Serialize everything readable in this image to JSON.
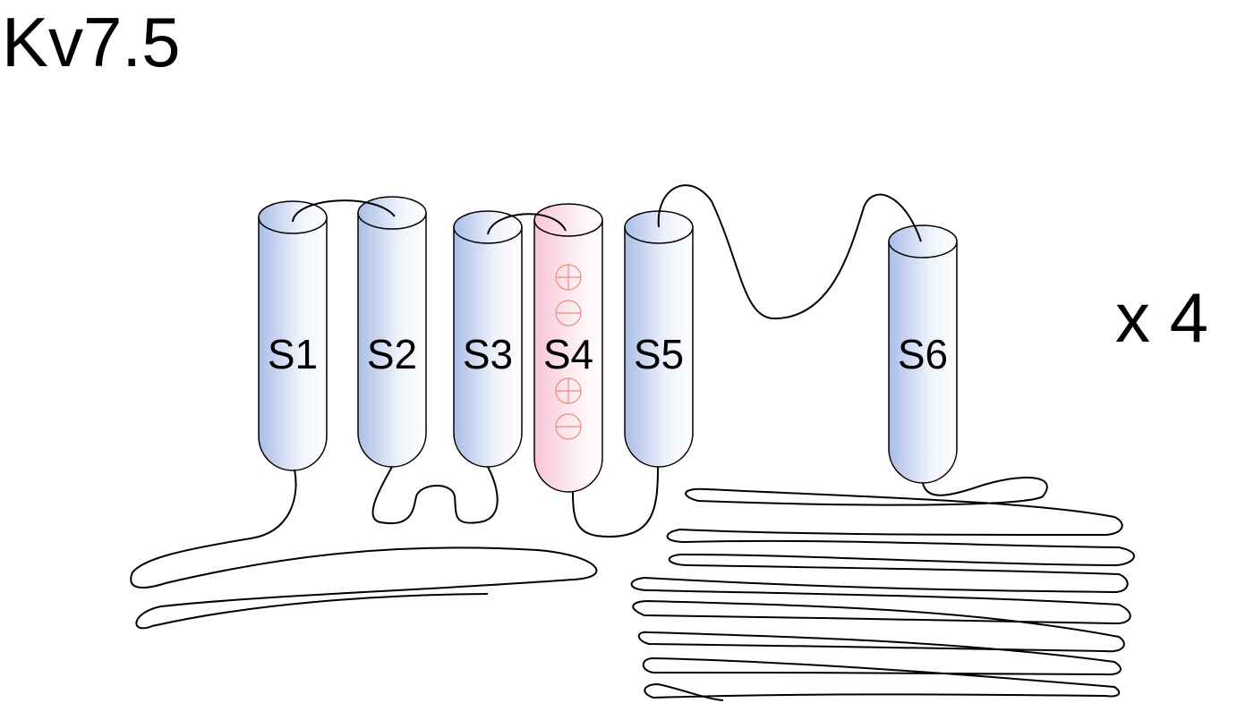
{
  "title": "Kv7.5",
  "multiplier": "x 4",
  "colors": {
    "helix": "#a9bde6",
    "s4": "#f9c4d6",
    "charge": "#e88a7a"
  },
  "helices": [
    {
      "label": "S1",
      "type": "normal"
    },
    {
      "label": "S2",
      "type": "normal"
    },
    {
      "label": "S3",
      "type": "normal"
    },
    {
      "label": "S4",
      "type": "voltage-sensor",
      "charges": [
        "+",
        "-",
        "+",
        "-"
      ]
    },
    {
      "label": "S5",
      "type": "normal"
    },
    {
      "label": "S6",
      "type": "normal"
    }
  ]
}
